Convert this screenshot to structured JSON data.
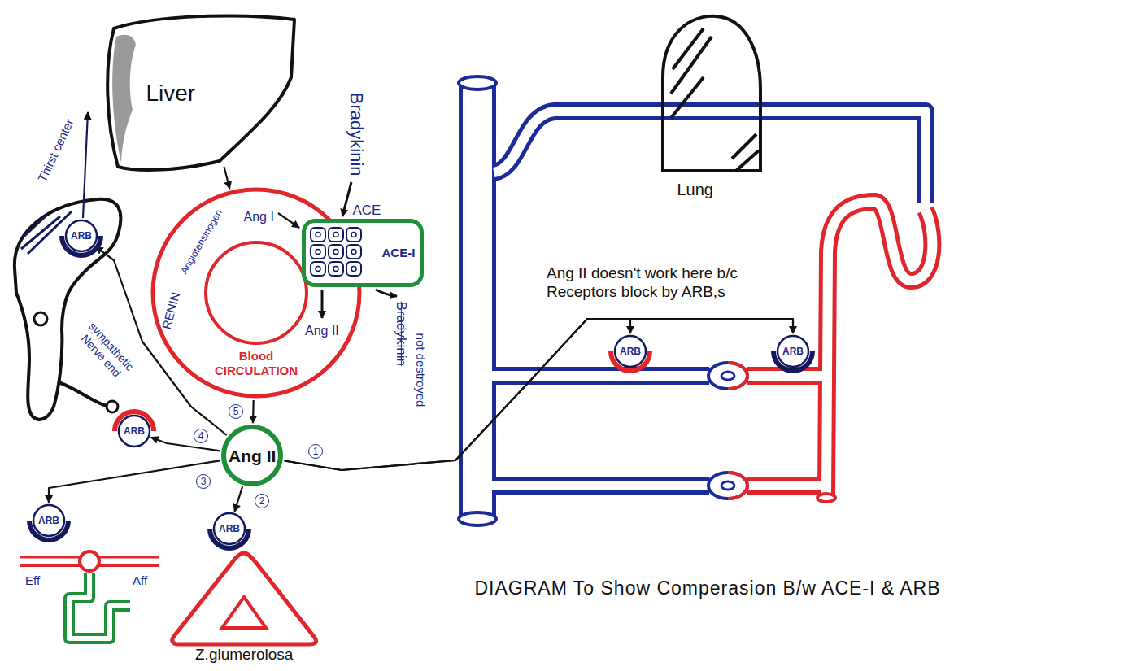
{
  "diagram": {
    "caption": "DIAGRAM To Show Comperasion B/w ACE-I & ARB",
    "nodes": [
      {
        "text": [
          "Liver"
        ]
      },
      {
        "text": [
          "ARB"
        ]
      },
      {
        "text": [
          "Blood CIRCULATION"
        ]
      },
      {
        "text": [
          "ACE",
          "ACE-I"
        ]
      },
      {
        "text": [
          "Lung"
        ]
      },
      {
        "text": [
          "ARB"
        ]
      },
      {
        "text": [
          "ARB"
        ]
      },
      {
        "text": [
          "ARB"
        ]
      },
      {
        "text": [
          "Ang II"
        ]
      },
      {
        "text": [
          "ARB"
        ]
      },
      {
        "text": [
          "ARB"
        ]
      },
      {
        "text": [
          "Z.glumerolosa"
        ]
      }
    ],
    "edges": [
      {
        "from": 0,
        "to": 2,
        "arrow": "to"
      },
      {
        "from": 2,
        "to": 8,
        "arrow": "to"
      },
      {
        "from": 8,
        "to": 5,
        "arrow": "to"
      },
      {
        "from": 8,
        "to": 6,
        "arrow": "to"
      },
      {
        "from": 8,
        "to": 10,
        "arrow": "to"
      },
      {
        "from": 8,
        "to": 9,
        "arrow": "to"
      },
      {
        "from": 8,
        "to": 7,
        "arrow": "to"
      },
      {
        "from": 8,
        "to": 1,
        "arrow": "to"
      }
    ],
    "labels": [
      "Thirst center",
      "RENIN",
      "Angiotensinogen",
      "Ang I",
      "Bradykinin",
      "Ang II",
      "Bradykinin",
      "not destroyed",
      "sympathetic Nerve end",
      "Ang II doesn't work here b/c Receptors block by ARB,s",
      "5",
      "4",
      "1",
      "3",
      "2",
      "Eff",
      "Aff"
    ]
  }
}
